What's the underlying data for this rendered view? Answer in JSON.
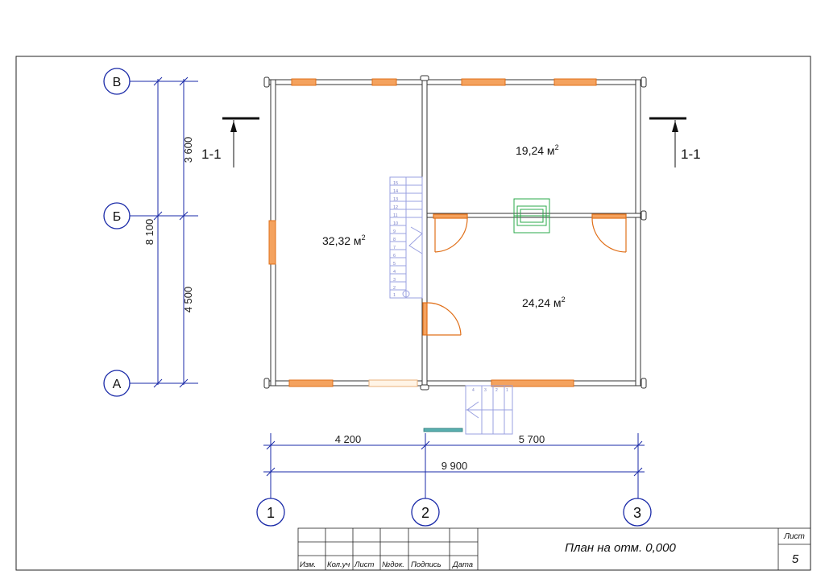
{
  "axes": {
    "rows": [
      {
        "label": "В"
      },
      {
        "label": "Б"
      },
      {
        "label": "А"
      }
    ],
    "cols": [
      {
        "label": "1"
      },
      {
        "label": "2"
      },
      {
        "label": "3"
      }
    ]
  },
  "dimensions": {
    "vertical": {
      "upper": "3 600",
      "lower": "4 500",
      "total": "8 100"
    },
    "horizontal": {
      "left": "4 200",
      "right": "5 700",
      "total": "9 900"
    }
  },
  "section": {
    "left_label": "1-1",
    "right_label": "1-1"
  },
  "rooms": [
    {
      "area": "32,32 м",
      "sup": "2"
    },
    {
      "area": "19,24 м",
      "sup": "2"
    },
    {
      "area": "24,24 м",
      "sup": "2"
    }
  ],
  "stair_steps": [
    "15",
    "14",
    "13",
    "12",
    "11",
    "10",
    "9",
    "8",
    "7",
    "6",
    "5",
    "4",
    "3",
    "2",
    "1"
  ],
  "porch_steps": [
    "4",
    "3",
    "2",
    "1"
  ],
  "title_block": {
    "title": "План на отм. 0,000",
    "sheet_label": "Лист",
    "sheet_number": "5",
    "headers": [
      "Изм.",
      "Кол.уч",
      "Лист",
      "№док.",
      "Подпись",
      "Дата"
    ]
  },
  "colors": {
    "axis": "#1a2aa8",
    "window": "#f08a3a",
    "wall": "#333333",
    "stair": "#9aa0e0",
    "fireplace": "#2aa84a"
  }
}
